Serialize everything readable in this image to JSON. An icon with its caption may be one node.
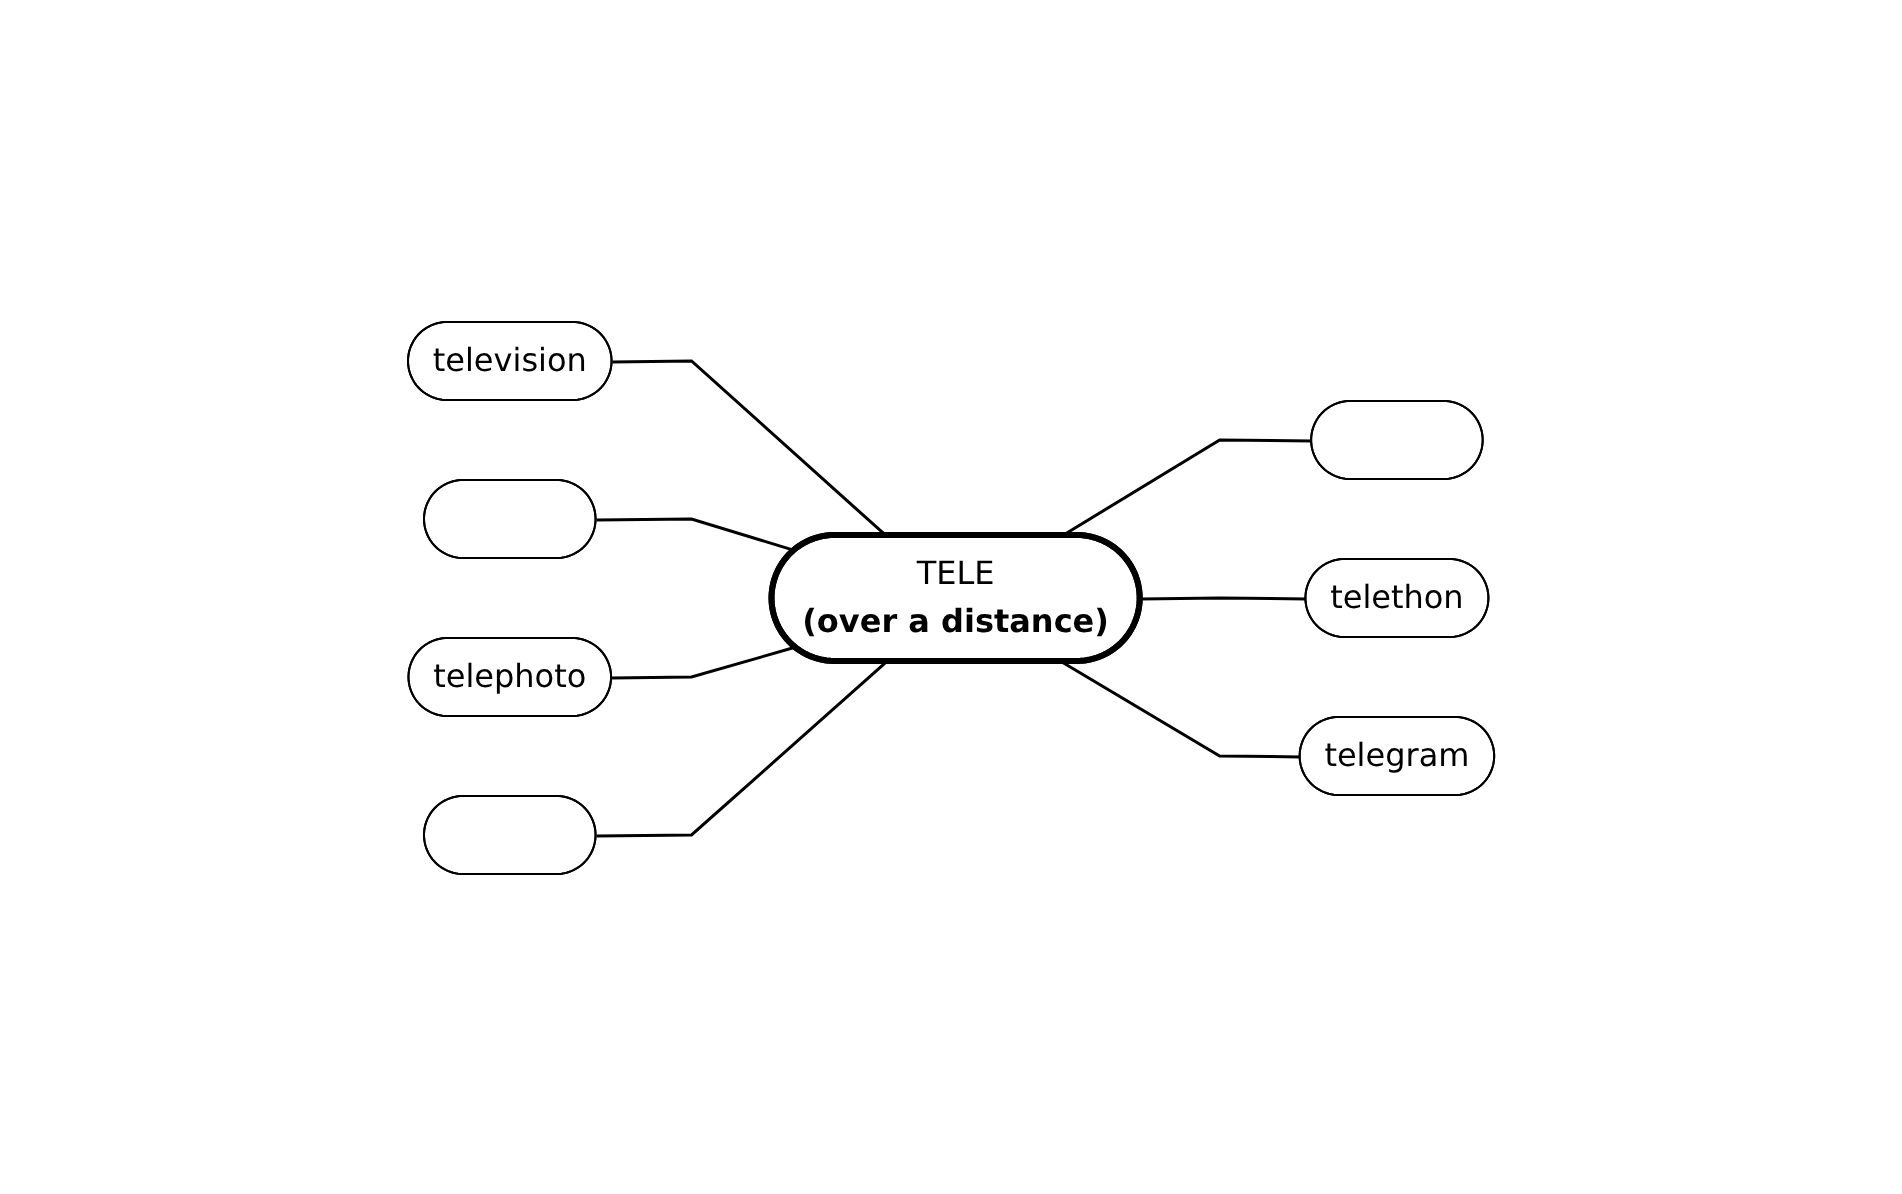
{
  "diagram": {
    "nodes": [
      {
        "text": [
          "television"
        ]
      },
      {
        "text": [],
        "shape": "ellipse"
      },
      {
        "text": [],
        "shape": "ellipse"
      },
      {
        "text": [
          "TELE",
          "(over a distance)"
        ]
      },
      {
        "text": [
          "telethon"
        ]
      },
      {
        "text": [
          "telephoto"
        ]
      },
      {
        "text": [
          "telegram"
        ]
      },
      {
        "text": [],
        "shape": "ellipse"
      }
    ],
    "edges": [
      {
        "from": 0,
        "to": 3,
        "arrow": "none"
      },
      {
        "from": 3,
        "to": 1,
        "arrow": "none"
      },
      {
        "from": 2,
        "to": 3,
        "arrow": "none"
      },
      {
        "from": 3,
        "to": 4,
        "arrow": "none"
      },
      {
        "from": 5,
        "to": 3,
        "arrow": "none"
      },
      {
        "from": 3,
        "to": 6,
        "arrow": "none"
      },
      {
        "from": 7,
        "to": 3,
        "arrow": "none"
      }
    ]
  }
}
